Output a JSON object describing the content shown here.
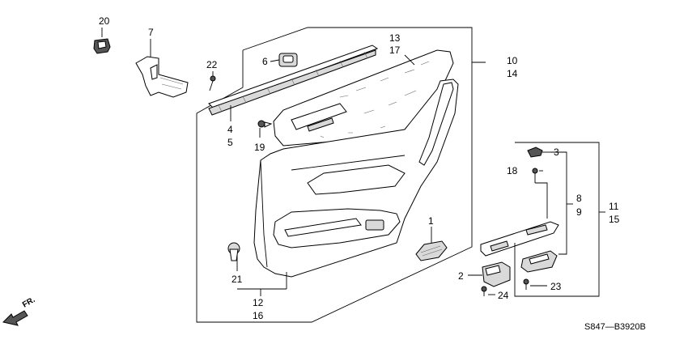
{
  "callouts": {
    "c1": "1",
    "c2": "2",
    "c3": "3",
    "c4": "4",
    "c5": "5",
    "c6": "6",
    "c7": "7",
    "c8": "8",
    "c9": "9",
    "c10": "10",
    "c11": "11",
    "c12": "12",
    "c13": "13",
    "c14": "14",
    "c15": "15",
    "c16": "16",
    "c17": "17",
    "c18": "18",
    "c19": "19",
    "c20": "20",
    "c21": "21",
    "c22": "22",
    "c23": "23",
    "c24": "24"
  },
  "direction_label": "FR.",
  "diagram_code": "S847—B3920B"
}
